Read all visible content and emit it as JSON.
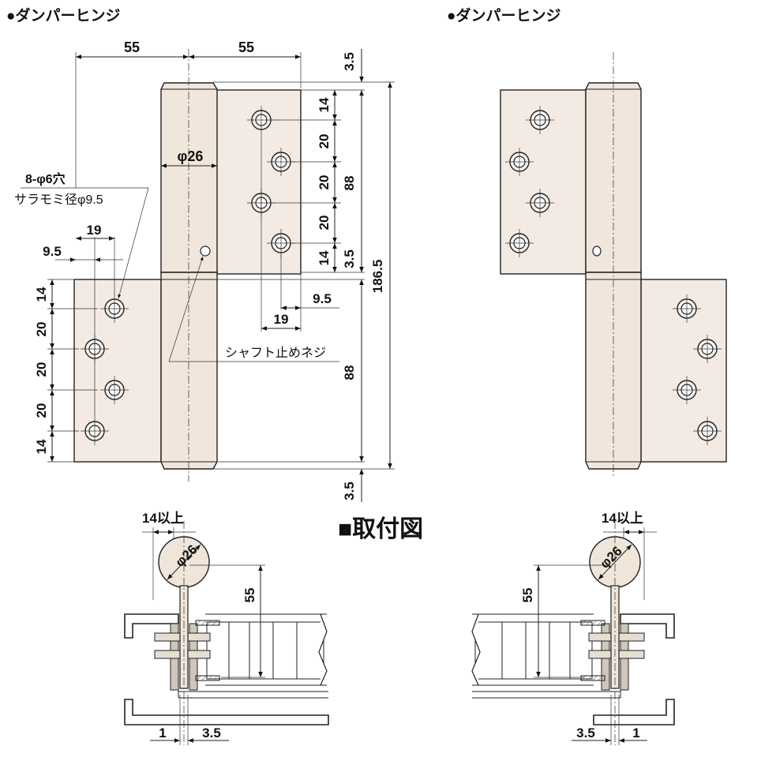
{
  "titles": {
    "left": "●ダンパーヒンジ",
    "right": "●ダンパーヒンジ",
    "install": "■取付図"
  },
  "dims": {
    "width_a": "55",
    "width_b": "55",
    "gap_top": "3.5",
    "gap_bottom": "3.5",
    "phi26": "φ26",
    "hole_count": "8-φ6穴",
    "countersink": "サラモミ径φ9.5",
    "pitch_19_left": "19",
    "offset_95_left": "9.5",
    "pitch_19_right": "19",
    "offset_95_right": "9.5",
    "v14_top": "14",
    "v20_a": "20",
    "v20_b": "20",
    "v20_c": "20",
    "v14_bot": "14",
    "v35_mid": "3.5",
    "v88_upper": "88",
    "v88_lower": "88",
    "total_height": "186.5",
    "left_v14_top": "14",
    "left_v20_a": "20",
    "left_v20_b": "20",
    "left_v20_c": "20",
    "left_v14_bot": "14",
    "shaft_screw": "シャフト止めネジ"
  },
  "install": {
    "left_min": "14以上",
    "right_min": "14以上",
    "left_phi": "φ26",
    "right_phi": "φ26",
    "left_55": "55",
    "right_55": "55",
    "left_1": "1",
    "left_35": "3.5",
    "right_1": "1",
    "right_35": "3.5"
  }
}
